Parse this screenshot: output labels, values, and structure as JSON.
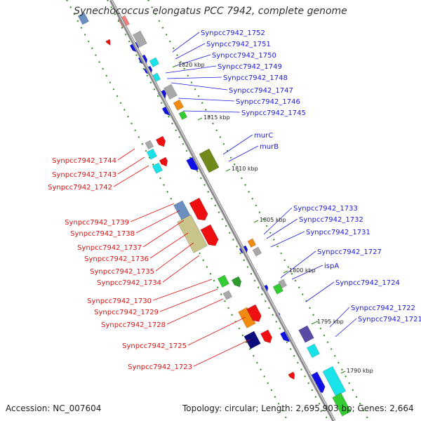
{
  "title": "Synechococcus elongatus PCC 7942, complete genome",
  "accession": "Accession: NC_007604",
  "summary": "Topology: circular; Length: 2,695,903 bp; Genes: 2,664",
  "ticks": [
    "1820 kbp",
    "1815 kbp",
    "1810 kbp",
    "1805 kbp",
    "1800 kbp",
    "1795 kbp",
    "1790 kbp"
  ],
  "labels_right": [
    "Synpcc7942_1752",
    "Synpcc7942_1751",
    "Synpcc7942_1750",
    "Synpcc7942_1749",
    "Synpcc7942_1748",
    "Synpcc7942_1747",
    "Synpcc7942_1746",
    "Synpcc7942_1745",
    "murC",
    "murB",
    "Synpcc7942_1733",
    "Synpcc7942_1732",
    "Synpcc7942_1731",
    "Synpcc7942_1727",
    "ispA",
    "Synpcc7942_1724",
    "Synpcc7942_1722",
    "Synpcc7942_1721"
  ],
  "labels_left": [
    "Synpcc7942_1744",
    "Synpcc7942_1743",
    "Synpcc7942_1742",
    "Synpcc7942_1739",
    "Synpcc7942_1738",
    "Synpcc7942_1737",
    "Synpcc7942_1736",
    "Synpcc7942_1735",
    "Synpcc7942_1734",
    "Synpcc7942_1730",
    "Synpcc7942_1729",
    "Synpcc7942_1728",
    "Synpcc7942_1725",
    "Synpcc7942_1723"
  ],
  "colors": {
    "forward_label": "#1a1adc",
    "reverse_label": "#e01010",
    "backbone": "#8a8a8a",
    "ruler": "#2e8b1e"
  }
}
